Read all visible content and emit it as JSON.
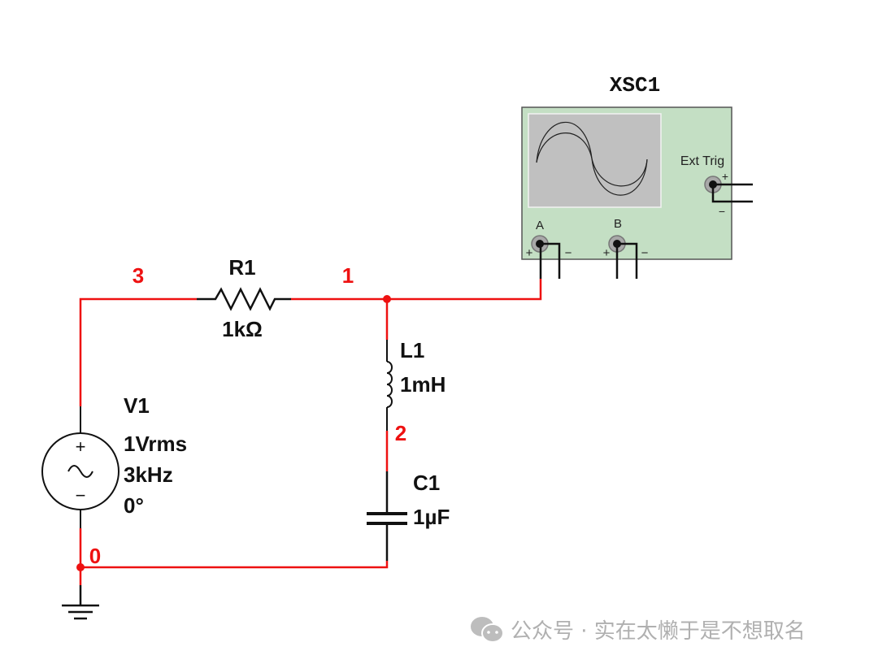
{
  "schematic": {
    "components": {
      "R1": {
        "ref": "R1",
        "value": "1kΩ"
      },
      "L1": {
        "ref": "L1",
        "value": "1mH"
      },
      "C1": {
        "ref": "C1",
        "value": "1µF"
      },
      "V1": {
        "ref": "V1",
        "amplitude": "1Vrms",
        "frequency": "3kHz",
        "phase": "0°"
      },
      "XSC1": {
        "ref": "XSC1",
        "ext_trig_label": "Ext Trig",
        "channel_a": "A",
        "channel_b": "B",
        "plus": "+",
        "minus": "−"
      }
    },
    "nets": {
      "n3": "3",
      "n1": "1",
      "n2": "2",
      "n0": "0"
    },
    "source_symbols": {
      "plus": "+",
      "minus": "−"
    },
    "colors": {
      "wire": "#ee1111",
      "component": "#111111",
      "scope_body": "#c4dfc4",
      "scope_screen": "#c0c0c0"
    }
  },
  "watermark": {
    "text": "公众号 · 实在太懒于是不想取名",
    "icon": "wechat-icon"
  }
}
